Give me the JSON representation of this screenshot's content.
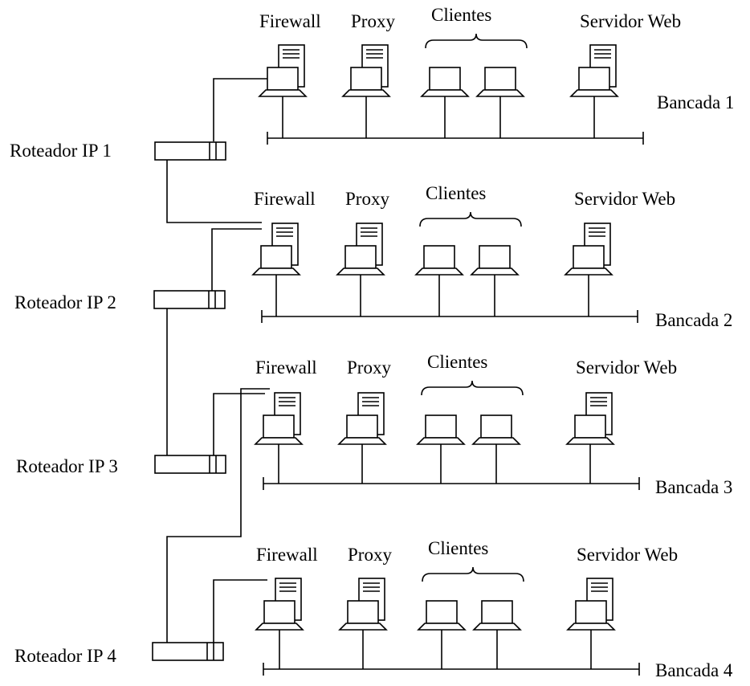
{
  "benches": [
    {
      "bench_label": "Bancada 1",
      "router_label": "Roteador IP 1",
      "labels": {
        "firewall": "Firewall",
        "proxy": "Proxy",
        "clients": "Clientes",
        "web_server": "Servidor Web"
      }
    },
    {
      "bench_label": "Bancada 2",
      "router_label": "Roteador IP 2",
      "labels": {
        "firewall": "Firewall",
        "proxy": "Proxy",
        "clients": "Clientes",
        "web_server": "Servidor Web"
      }
    },
    {
      "bench_label": "Bancada 3",
      "router_label": "Roteador IP 3",
      "labels": {
        "firewall": "Firewall",
        "proxy": "Proxy",
        "clients": "Clientes",
        "web_server": "Servidor Web"
      }
    },
    {
      "bench_label": "Bancada 4",
      "router_label": "Roteador IP 4",
      "labels": {
        "firewall": "Firewall",
        "proxy": "Proxy",
        "clients": "Clientes",
        "web_server": "Servidor Web"
      }
    }
  ],
  "colors": {
    "line": "#000000",
    "background": "#ffffff"
  }
}
